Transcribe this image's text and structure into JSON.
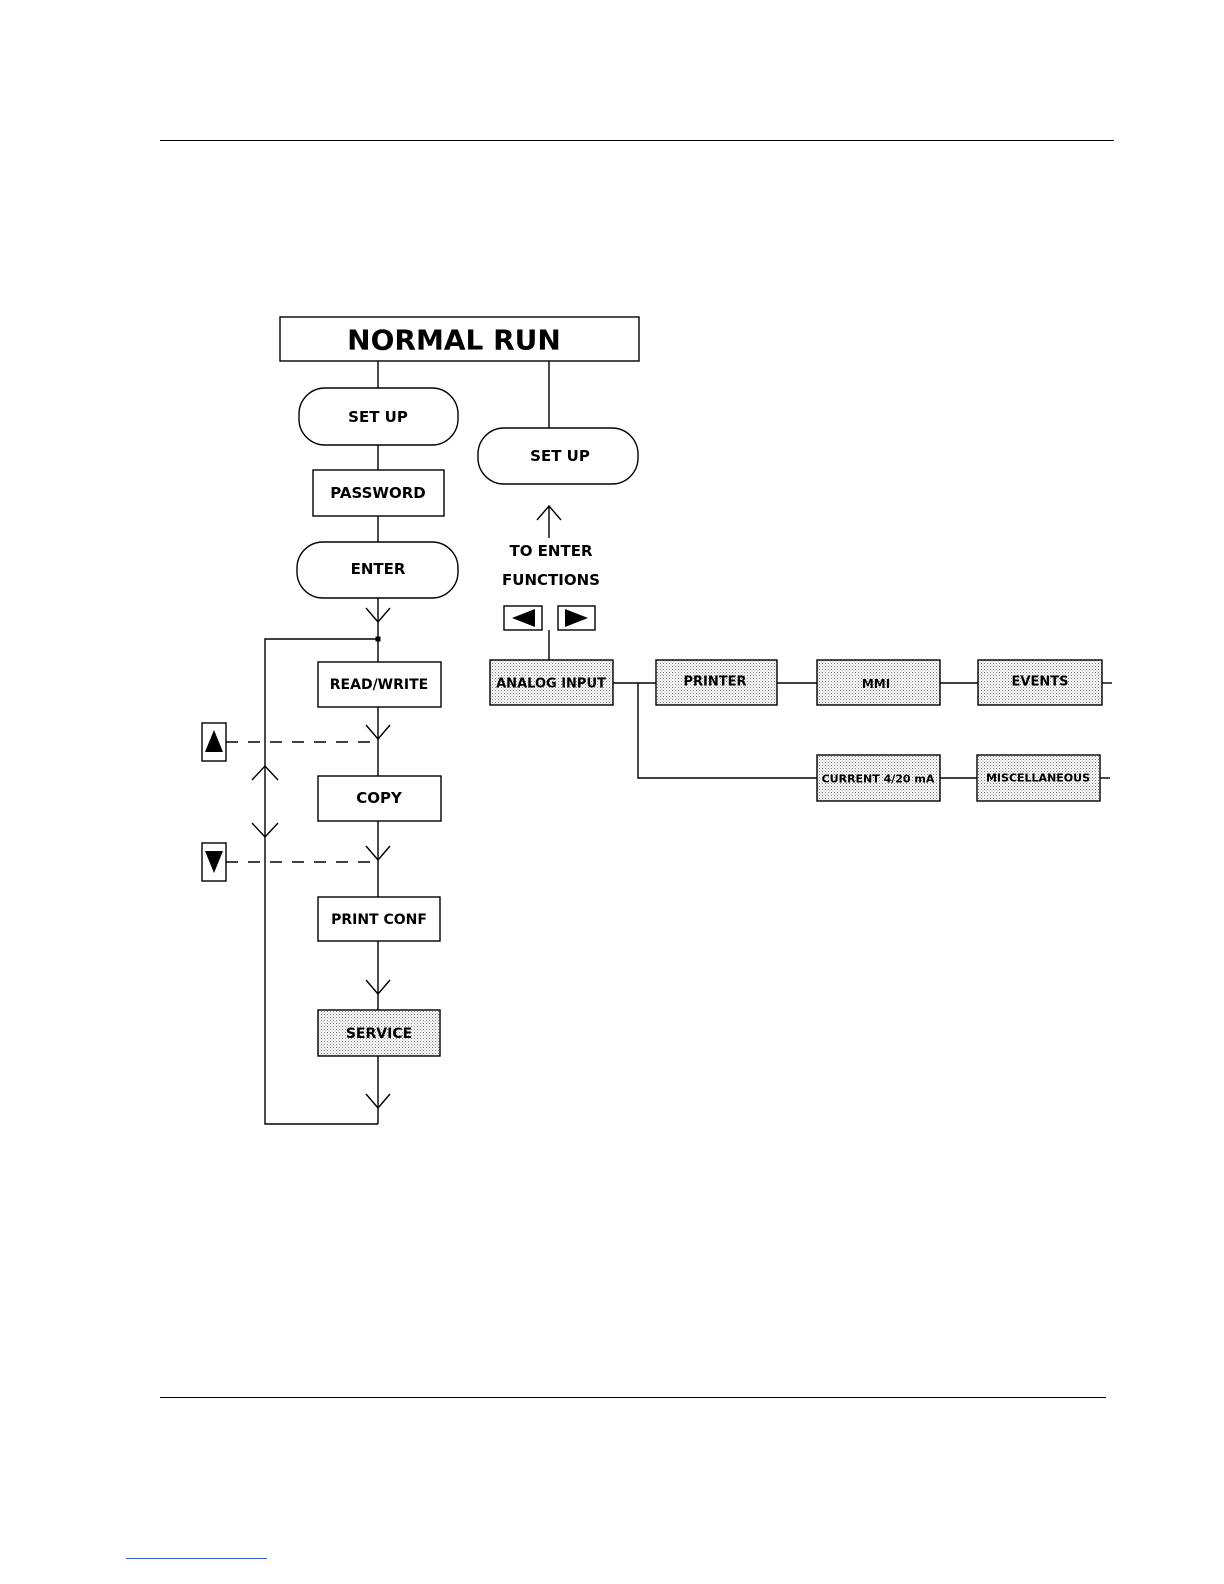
{
  "diagram": {
    "title": "NORMAL RUN",
    "setup_left": "SET UP",
    "password": "PASSWORD",
    "enter": "ENTER",
    "read_write": "READ/WRITE",
    "copy": "COPY",
    "print_conf": "PRINT CONF",
    "service": "SERVICE",
    "setup_right": "SET UP",
    "to_enter_line1": "TO ENTER",
    "to_enter_line2": "FUNCTIONS",
    "functions": {
      "analog_input": "ANALOG INPUT",
      "printer": "PRINTER",
      "mmi": "MMI",
      "events": "EVENTS",
      "current": "CURRENT 4/20 mA",
      "miscellaneous": "MISCELLANEOUS"
    },
    "icons": {
      "up": "up-arrow-key-icon",
      "down": "down-arrow-key-icon",
      "left": "left-arrow-key-icon",
      "right": "right-arrow-key-icon"
    }
  }
}
